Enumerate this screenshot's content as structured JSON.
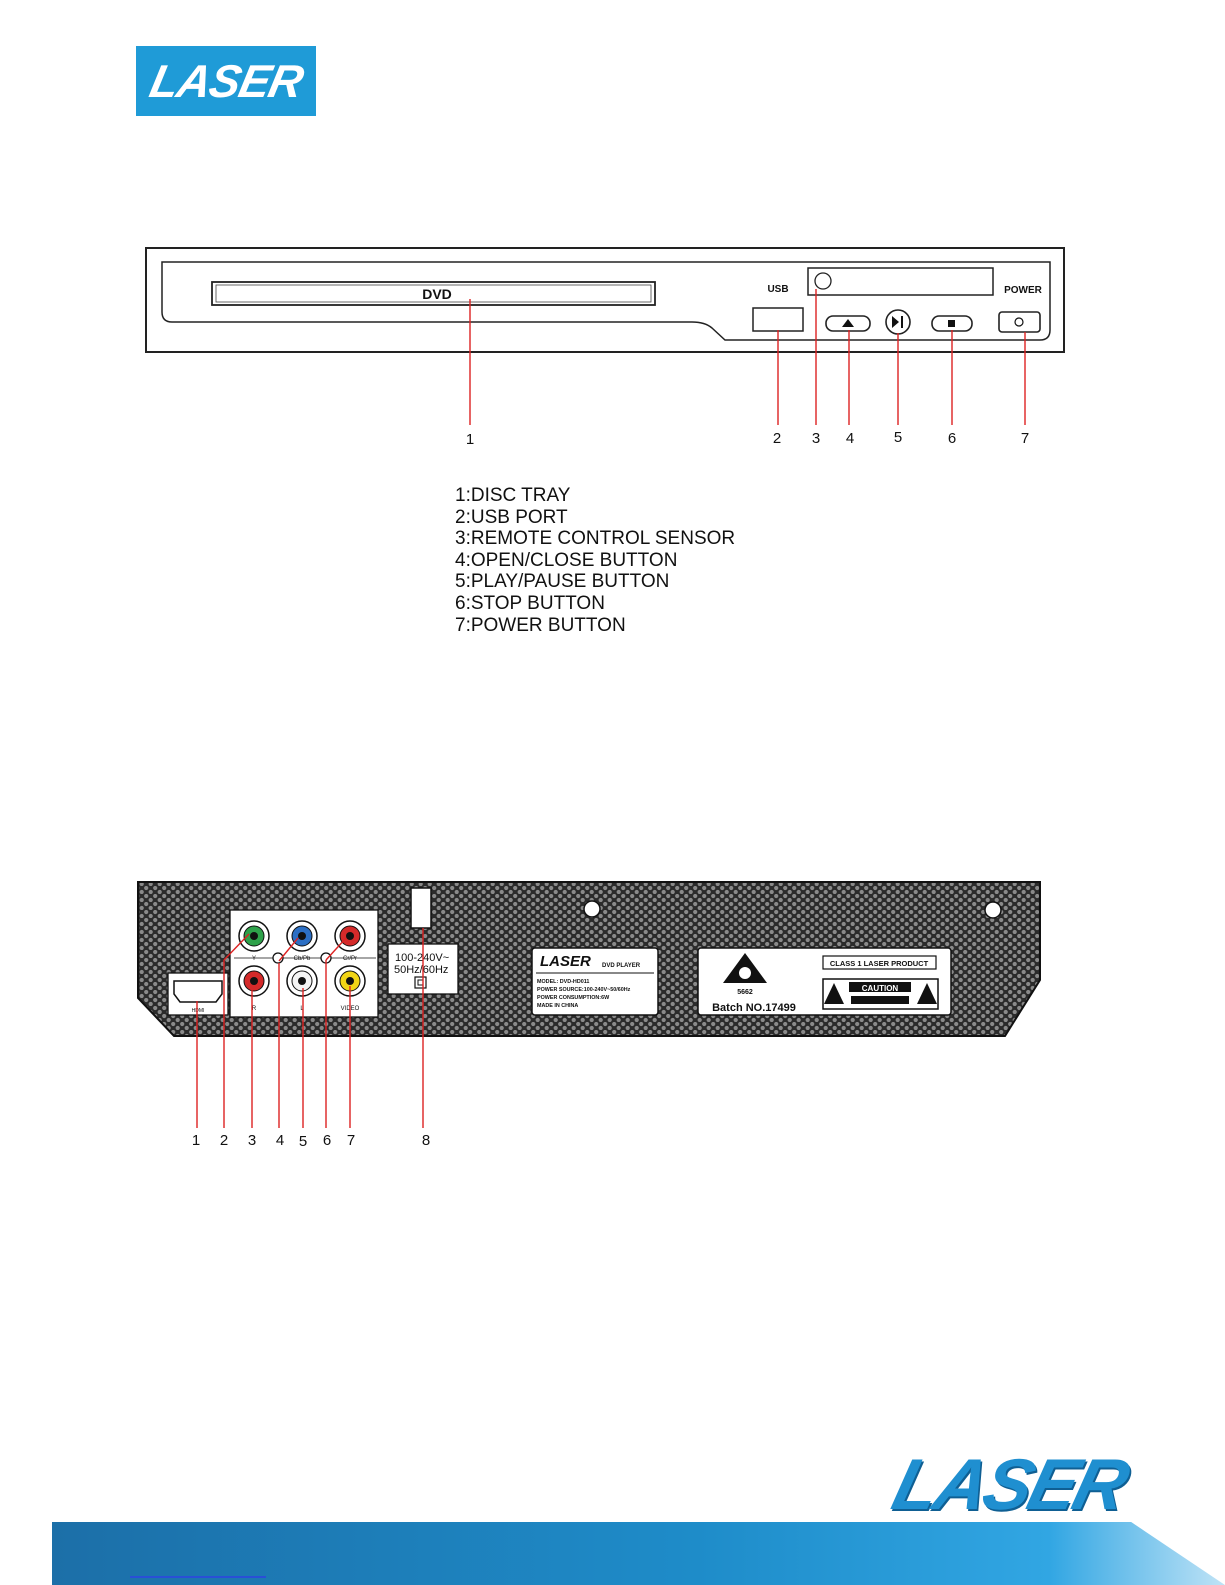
{
  "header": {
    "logo_text": "LASER"
  },
  "front_panel": {
    "disc_label": "DVD",
    "usb_label": "USB",
    "power_label": "POWER",
    "callouts": [
      "1",
      "2",
      "3",
      "4",
      "5",
      "6",
      "7"
    ],
    "legend": [
      "1:DISC TRAY",
      "2:USB PORT",
      "3:REMOTE CONTROL SENSOR",
      "4:OPEN/CLOSE BUTTON",
      "5:PLAY/PAUSE BUTTON",
      "6:STOP BUTTON",
      "7:POWER BUTTON"
    ]
  },
  "rear_panel": {
    "port_labels": {
      "y": "Y",
      "cb": "Cb/Pb",
      "cr": "Cr/Pr",
      "hdmi": "HDMI",
      "video": "VIDEO",
      "r": "R",
      "l": "L"
    },
    "power_rating": [
      "100-240V~",
      "50Hz/60Hz"
    ],
    "brand_plate": {
      "logo": "LASER",
      "product": "DVD PLAYER",
      "lines": [
        "MODEL: DVD-HD011",
        "POWER SOURCE:100-240V~50/60Hz",
        "POWER CONSUMPTION:6W",
        "MADE IN CHINA"
      ]
    },
    "compliance_plate": {
      "code": "5662",
      "batch": "Batch NO.17499",
      "class_label": "CLASS 1 LASER PRODUCT",
      "caution": "CAUTION"
    },
    "callouts": [
      "1",
      "2",
      "3",
      "4",
      "5",
      "6",
      "7",
      "8"
    ]
  },
  "footer": {
    "logo_text": "LASER"
  }
}
